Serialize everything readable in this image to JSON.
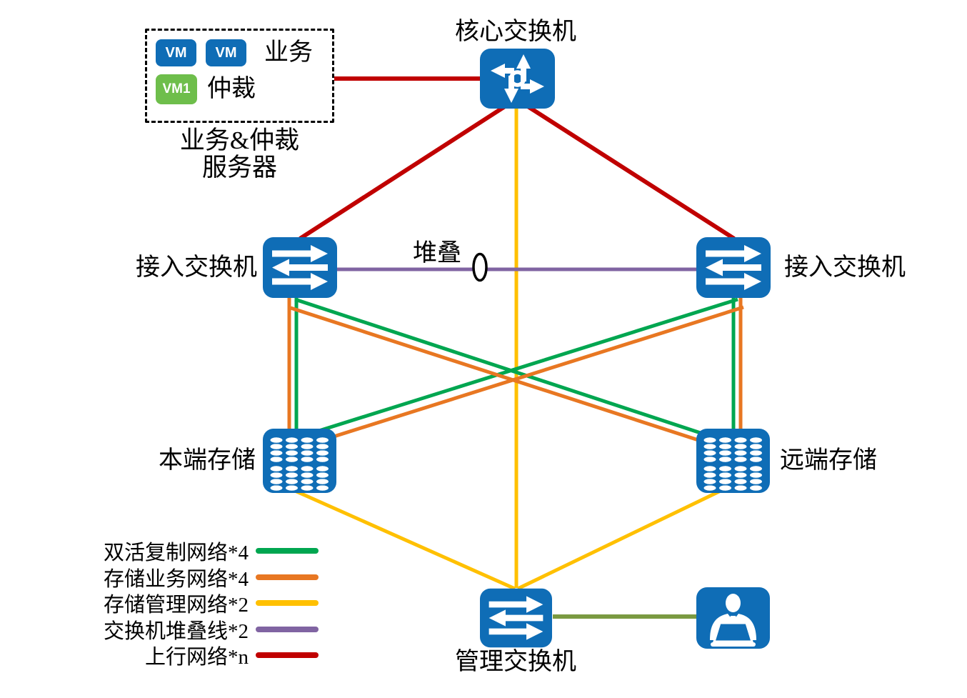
{
  "colors": {
    "blue": "#0F6DB6",
    "vm_green": "#6EBE4B",
    "green": "#00A650",
    "orange": "#E87722",
    "yellow": "#FFC000",
    "purple": "#8064A2",
    "red": "#C00000",
    "olive": "#7A9A41"
  },
  "labels": {
    "core_switch": "核心交换机",
    "access_switch_left": "接入交换机",
    "access_switch_right": "接入交换机",
    "local_storage": "本端存储",
    "remote_storage": "远端存储",
    "mgmt_switch": "管理交换机",
    "stack": "堆叠"
  },
  "server_box": {
    "vm_badge_1": "VM",
    "vm_badge_2": "VM",
    "vm_badge_3": "VM1",
    "business": "业务",
    "arbitration": "仲裁",
    "caption_line1": "业务&仲裁",
    "caption_line2": "服务器"
  },
  "legend": {
    "items": [
      {
        "label": "双活复制网络*4",
        "color": "green"
      },
      {
        "label": "存储业务网络*4",
        "color": "orange"
      },
      {
        "label": "存储管理网络*2",
        "color": "yellow"
      },
      {
        "label": "交换机堆叠线*2",
        "color": "purple"
      },
      {
        "label": "上行网络*n",
        "color": "red"
      }
    ]
  },
  "edges": [
    {
      "from": "server-box",
      "to": "core-switch",
      "color": "red"
    },
    {
      "from": "core-switch",
      "to": "access-switch-left",
      "color": "red"
    },
    {
      "from": "core-switch",
      "to": "access-switch-right",
      "color": "red"
    },
    {
      "from": "core-switch",
      "to": "mgmt-switch",
      "color": "yellow"
    },
    {
      "from": "local-storage",
      "to": "mgmt-switch",
      "color": "yellow"
    },
    {
      "from": "remote-storage",
      "to": "mgmt-switch",
      "color": "yellow"
    },
    {
      "from": "access-switch-left",
      "to": "access-switch-right",
      "color": "purple"
    },
    {
      "from": "access-switch-left",
      "to": "local-storage",
      "color": "green"
    },
    {
      "from": "access-switch-left",
      "to": "local-storage",
      "color": "orange"
    },
    {
      "from": "access-switch-left",
      "to": "remote-storage",
      "color": "green"
    },
    {
      "from": "access-switch-left",
      "to": "remote-storage",
      "color": "orange"
    },
    {
      "from": "access-switch-right",
      "to": "local-storage",
      "color": "green"
    },
    {
      "from": "access-switch-right",
      "to": "local-storage",
      "color": "orange"
    },
    {
      "from": "access-switch-right",
      "to": "remote-storage",
      "color": "green"
    },
    {
      "from": "access-switch-right",
      "to": "remote-storage",
      "color": "orange"
    },
    {
      "from": "mgmt-switch",
      "to": "admin-terminal",
      "color": "olive"
    }
  ]
}
